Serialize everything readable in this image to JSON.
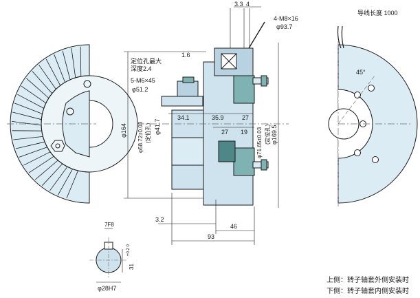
{
  "colors": {
    "outline": "#1a1a1a",
    "centerline": "#6b6b6b",
    "face_fill": "#dcecf4",
    "face_fill_dark": "#b9d2e1",
    "part_fill": "#cfe3ee",
    "teal": "#7fb2b3",
    "teal_dark": "#4f8687",
    "hub_fill": "#eef5f9"
  },
  "icons": {
    "left_view": "fan-disc-rotor-view",
    "right_view": "brake-disc-mounting-view",
    "section_view": "clutch-cross-section",
    "shaft_view": "shaft-keyway-section",
    "wire": "lead-wire-icon"
  },
  "labels": {
    "top_gap_left": "3.3",
    "top_gap_right": "4",
    "thread_spec": "4-M8×16",
    "phi_93_7": "φ93.7",
    "locating_hole_max": "定位孔最大",
    "depth": "深度2.4",
    "dim_1_6": "1.6",
    "m6_spec": "5-M6×45",
    "phi_51_2": "φ51.2",
    "dim_34_1": "34.1",
    "dim_35_9": "35.9",
    "dim_27_top": "27",
    "dim_27_mid": "27",
    "dim_19": "19",
    "phi_164": "φ164",
    "phi_58_72": "φ58.72±0.03",
    "locating_hole_left": "(定位孔)",
    "phi_41_7": "φ41.7",
    "phi_71_65": "φ71.65±0.03",
    "locating_hole_right": "(定位孔)",
    "phi_169_5": "φ169.5",
    "dim_3_2": "3.2",
    "dim_46": "46",
    "dim_93": "93",
    "key_width": "7F8",
    "key_depth": "31",
    "key_tol": "+0.2 0",
    "phi_28": "φ28H7",
    "wire_length": "导线长度 1000",
    "angle_45": "45°",
    "note_top": "上侧：转子轴套外侧安装时",
    "note_bottom": "下侧：转子轴套内侧安装时"
  }
}
